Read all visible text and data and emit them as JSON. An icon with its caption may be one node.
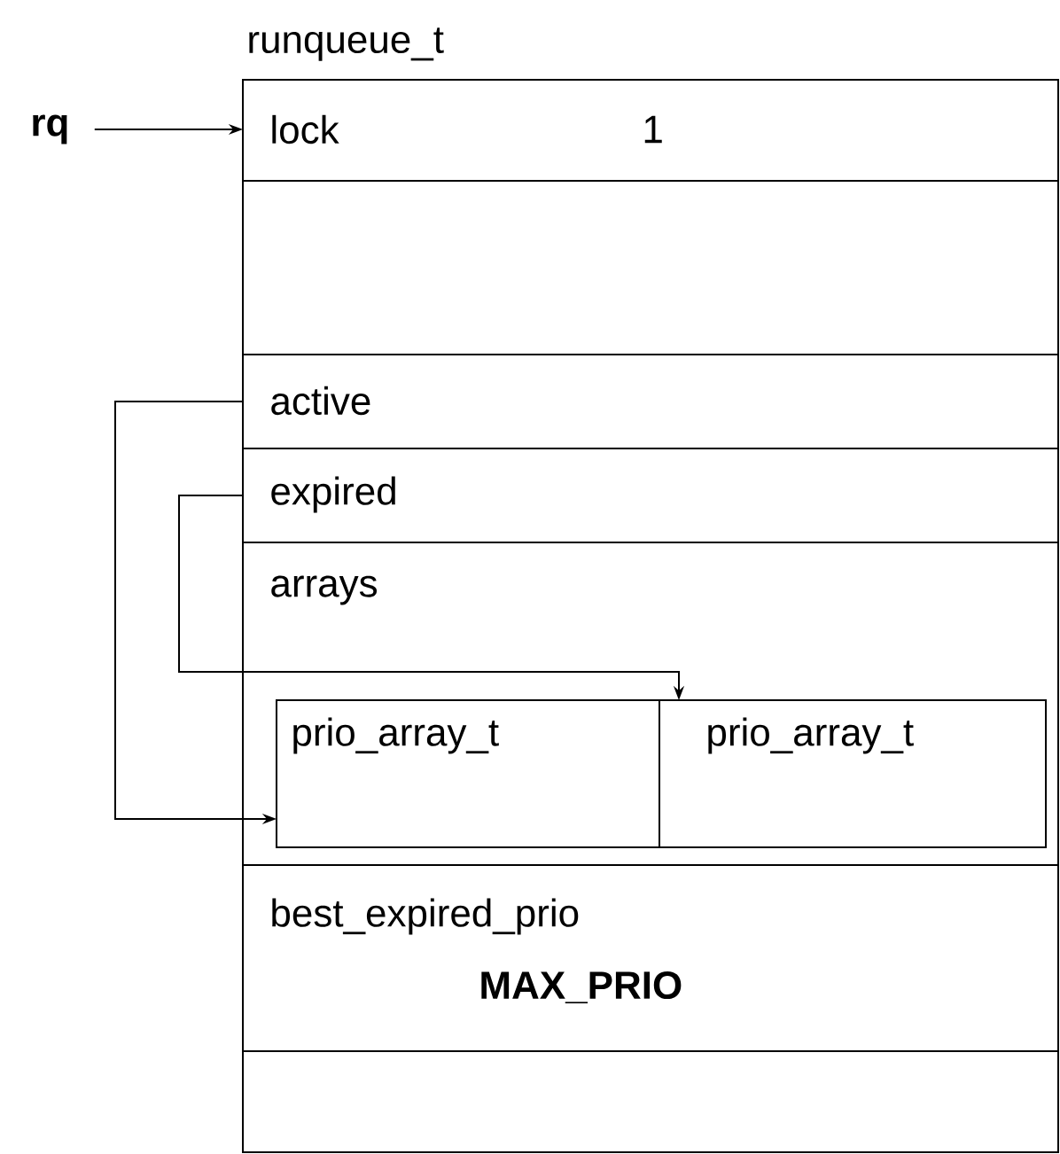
{
  "diagram": {
    "nodes": [
      {
        "text": [
          "runqueue_t"
        ]
      },
      {
        "text": [
          "lock",
          "1"
        ],
        "in": 0
      },
      {
        "text": [],
        "shape": "box",
        "in": 0
      },
      {
        "text": [
          "active"
        ],
        "in": 0
      },
      {
        "text": [
          "expired"
        ],
        "in": 0
      },
      {
        "text": [
          "arrays"
        ],
        "in": 0
      },
      {
        "text": [
          "prio_array_t"
        ],
        "in": 0
      },
      {
        "text": [
          "prio_array_t"
        ],
        "in": 0
      },
      {
        "text": [
          "best_expired_prio",
          "MAX_PRIO"
        ],
        "in": 0
      },
      {
        "text": [],
        "shape": "box",
        "in": 0
      },
      {
        "text": [
          "rq"
        ]
      }
    ],
    "edges": [
      {
        "from": 10,
        "to": 1,
        "arrow": "to"
      },
      {
        "from": 3,
        "to": 6,
        "arrow": "to"
      },
      {
        "from": 4,
        "to": 7,
        "arrow": "to"
      }
    ]
  }
}
